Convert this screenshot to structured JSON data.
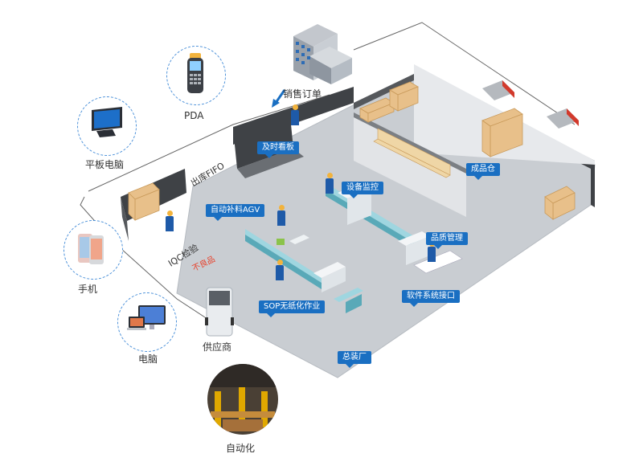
{
  "labels": {
    "sales_order": "销售订单",
    "pda": "PDA",
    "tablet": "平板电脑",
    "phone": "手机",
    "computer": "电脑",
    "supplier": "供应商",
    "automation": "自动化",
    "ship_fifo": "出库FIFO",
    "iqc": "IQC检验",
    "defect": "不良品",
    "realtime_board": "及时看板",
    "agv": "自动补料AGV",
    "equipment_monitor": "设备监控",
    "quality_mgmt": "品质管理",
    "finished_goods": "成品仓",
    "sop": "SOP无纸化作业",
    "software_interface": "软件系统接口",
    "main_plant": "总装厂"
  },
  "colors": {
    "tag": "#1a6fc2",
    "ring": "#4a90d9",
    "floor": "#c9cdd2",
    "wall": "#3f4246",
    "defect": "#e8402a"
  }
}
